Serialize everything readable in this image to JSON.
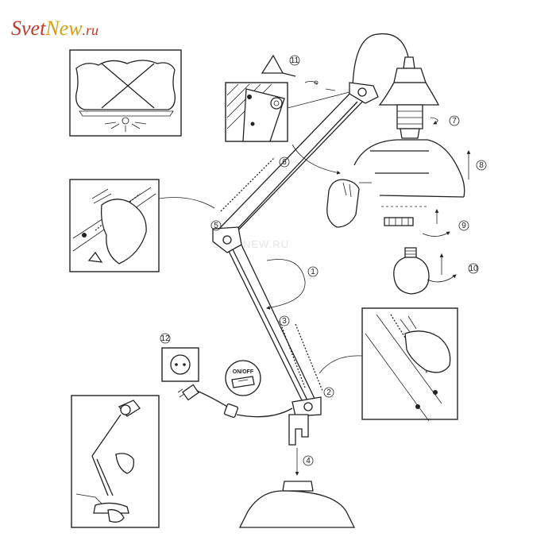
{
  "logo": {
    "part1": "Svet",
    "part2": "New",
    "part3": ".ru",
    "color_primary": "#c0392b",
    "color_secondary": "#d4a017"
  },
  "watermark": "SVETNEW.RU",
  "callouts": [
    "1",
    "2",
    "3",
    "4",
    "5",
    "6",
    "7",
    "8",
    "9",
    "10",
    "11",
    "12"
  ],
  "switch_label": "ON/OFF",
  "icons": [
    "no-cover-warning-icon",
    "hand-icon",
    "bulb-icon",
    "socket-icon",
    "plug-icon",
    "spring-icon",
    "arrow-icon"
  ]
}
